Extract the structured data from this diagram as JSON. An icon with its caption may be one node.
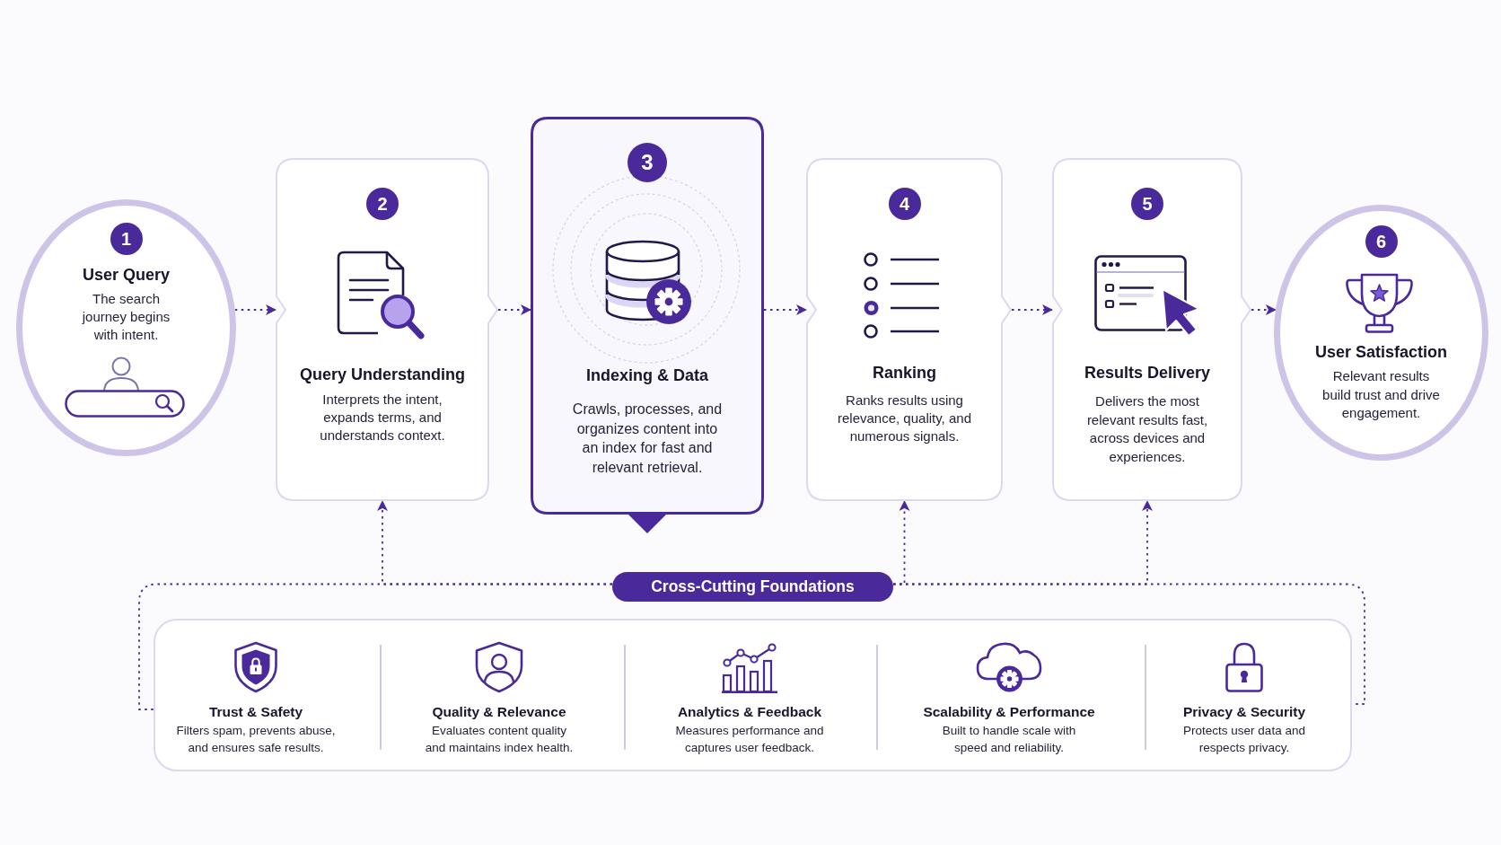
{
  "diagram": {
    "nodes": [
      {
        "text": [
          "1",
          "User Query",
          "The search journey begins with intent."
        ]
      },
      {
        "text": [
          "2",
          "Query Understanding",
          "Interprets the intent, expands terms, and understands context."
        ]
      },
      {
        "text": [
          "3",
          "Indexing & Data",
          "Crawls, processes, and organizes content into an index for fast and relevant retrieval."
        ]
      },
      {
        "text": [
          "4",
          "Ranking",
          "Ranks results using relevance, quality, and numerous signals."
        ]
      },
      {
        "text": [
          "5",
          "Results Delivery",
          "Delivers the most relevant results fast, across devices and experiences."
        ]
      },
      {
        "text": [
          "6",
          "User Satisfaction",
          "Relevant results build trust and drive engagement."
        ]
      },
      {
        "text": [
          "Cross-Cutting Foundations"
        ]
      },
      {
        "text": [
          "Trust & Safety",
          "Filters spam, prevents abuse, and ensures safe results.",
          "Quality & Relevance",
          "Evaluates content quality and maintains index health.",
          "Analytics & Feedback",
          "Measures performance and captures user feedback.",
          "Scalability & Performance",
          "Built to handle scale with speed and reliability.",
          "Privacy & Security",
          "Protects user data and respects privacy."
        ]
      }
    ],
    "edges": [
      {
        "from": 0,
        "to": 1,
        "arrow": "to",
        "style": "dashed"
      },
      {
        "from": 1,
        "to": 2,
        "arrow": "to",
        "style": "dashed"
      },
      {
        "from": 2,
        "to": 3,
        "arrow": "to",
        "style": "dashed"
      },
      {
        "from": 3,
        "to": 4,
        "arrow": "to",
        "style": "dashed"
      },
      {
        "from": 4,
        "to": 5,
        "arrow": "to",
        "style": "dashed"
      },
      {
        "from": 6,
        "to": 1,
        "arrow": "to",
        "style": "dashed"
      },
      {
        "from": 6,
        "to": 3,
        "arrow": "to",
        "style": "dashed"
      },
      {
        "from": 6,
        "to": 4,
        "arrow": "to",
        "style": "dashed"
      },
      {
        "from": 6,
        "to": 7,
        "arrow": "none",
        "style": "dashed"
      },
      {
        "from": 6,
        "to": 7,
        "arrow": "none",
        "style": "dashed"
      }
    ]
  }
}
